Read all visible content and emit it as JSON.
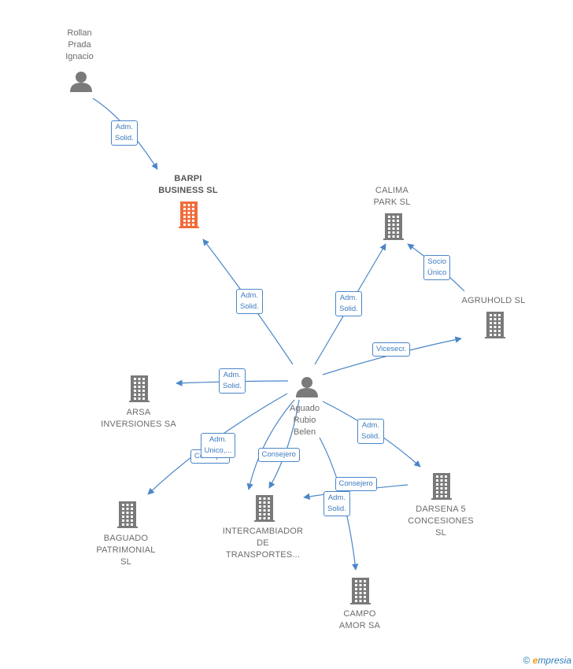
{
  "colors": {
    "edge": "#4a86c8",
    "node_gray": "#7a7a7a",
    "node_focus": "#f26b3a",
    "label_text": "#6b6b6b"
  },
  "nodes": [
    {
      "id": "rollan",
      "type": "person",
      "label": "Rollan\nPrada\nIgnacio",
      "icon": "person-icon"
    },
    {
      "id": "barpi",
      "type": "company-focus",
      "label": "BARPI\nBUSINESS SL",
      "icon": "building-icon"
    },
    {
      "id": "calima",
      "type": "company",
      "label": "CALIMA\nPARK SL",
      "icon": "building-icon"
    },
    {
      "id": "agruhold",
      "type": "company",
      "label": "AGRUHOLD SL",
      "icon": "building-icon"
    },
    {
      "id": "aguado",
      "type": "person",
      "label": "Aguado\nRubio\nBelen",
      "icon": "person-icon"
    },
    {
      "id": "arsa",
      "type": "company",
      "label": "ARSA\nINVERSIONES SA",
      "icon": "building-icon"
    },
    {
      "id": "baguado",
      "type": "company",
      "label": "BAGUADO\nPATRIMONIAL\nSL",
      "icon": "building-icon"
    },
    {
      "id": "intercambiador",
      "type": "company",
      "label": "INTERCAMBIADOR\nDE\nTRANSPORTES...",
      "icon": "building-icon"
    },
    {
      "id": "darsena",
      "type": "company",
      "label": "DARSENA 5\nCONCESIONES\nSL",
      "icon": "building-icon"
    },
    {
      "id": "campo",
      "type": "company",
      "label": "CAMPO\nAMOR SA",
      "icon": "building-icon"
    }
  ],
  "edges": [
    {
      "from": "rollan",
      "to": "barpi",
      "label": "Adm.\nSolid."
    },
    {
      "from": "aguado",
      "to": "barpi",
      "label": "Adm.\nSolid."
    },
    {
      "from": "aguado",
      "to": "calima",
      "label": "Adm.\nSolid."
    },
    {
      "from": "agruhold",
      "to": "calima",
      "label": "Socio\nÚnico"
    },
    {
      "from": "aguado",
      "to": "agruhold",
      "label": "Vicesecr."
    },
    {
      "from": "aguado",
      "to": "arsa",
      "label": "Adm.\nSolid."
    },
    {
      "from": "aguado",
      "to": "baguado",
      "label": "Consej...."
    },
    {
      "from": "aguado",
      "to": "intercambiador",
      "label": "Adm.\nUnico,..."
    },
    {
      "from": "aguado",
      "to": "intercambiador",
      "label": "Consejero"
    },
    {
      "from": "aguado",
      "to": "darsena",
      "label": "Adm.\nSolid."
    },
    {
      "from": "darsena",
      "to": "intercambiador",
      "label": "Consejero"
    },
    {
      "from": "aguado",
      "to": "campo",
      "label": "Adm.\nSolid."
    }
  ],
  "footer": {
    "copyright": "©",
    "brand_initial": "e",
    "brand_rest": "mpresia"
  }
}
